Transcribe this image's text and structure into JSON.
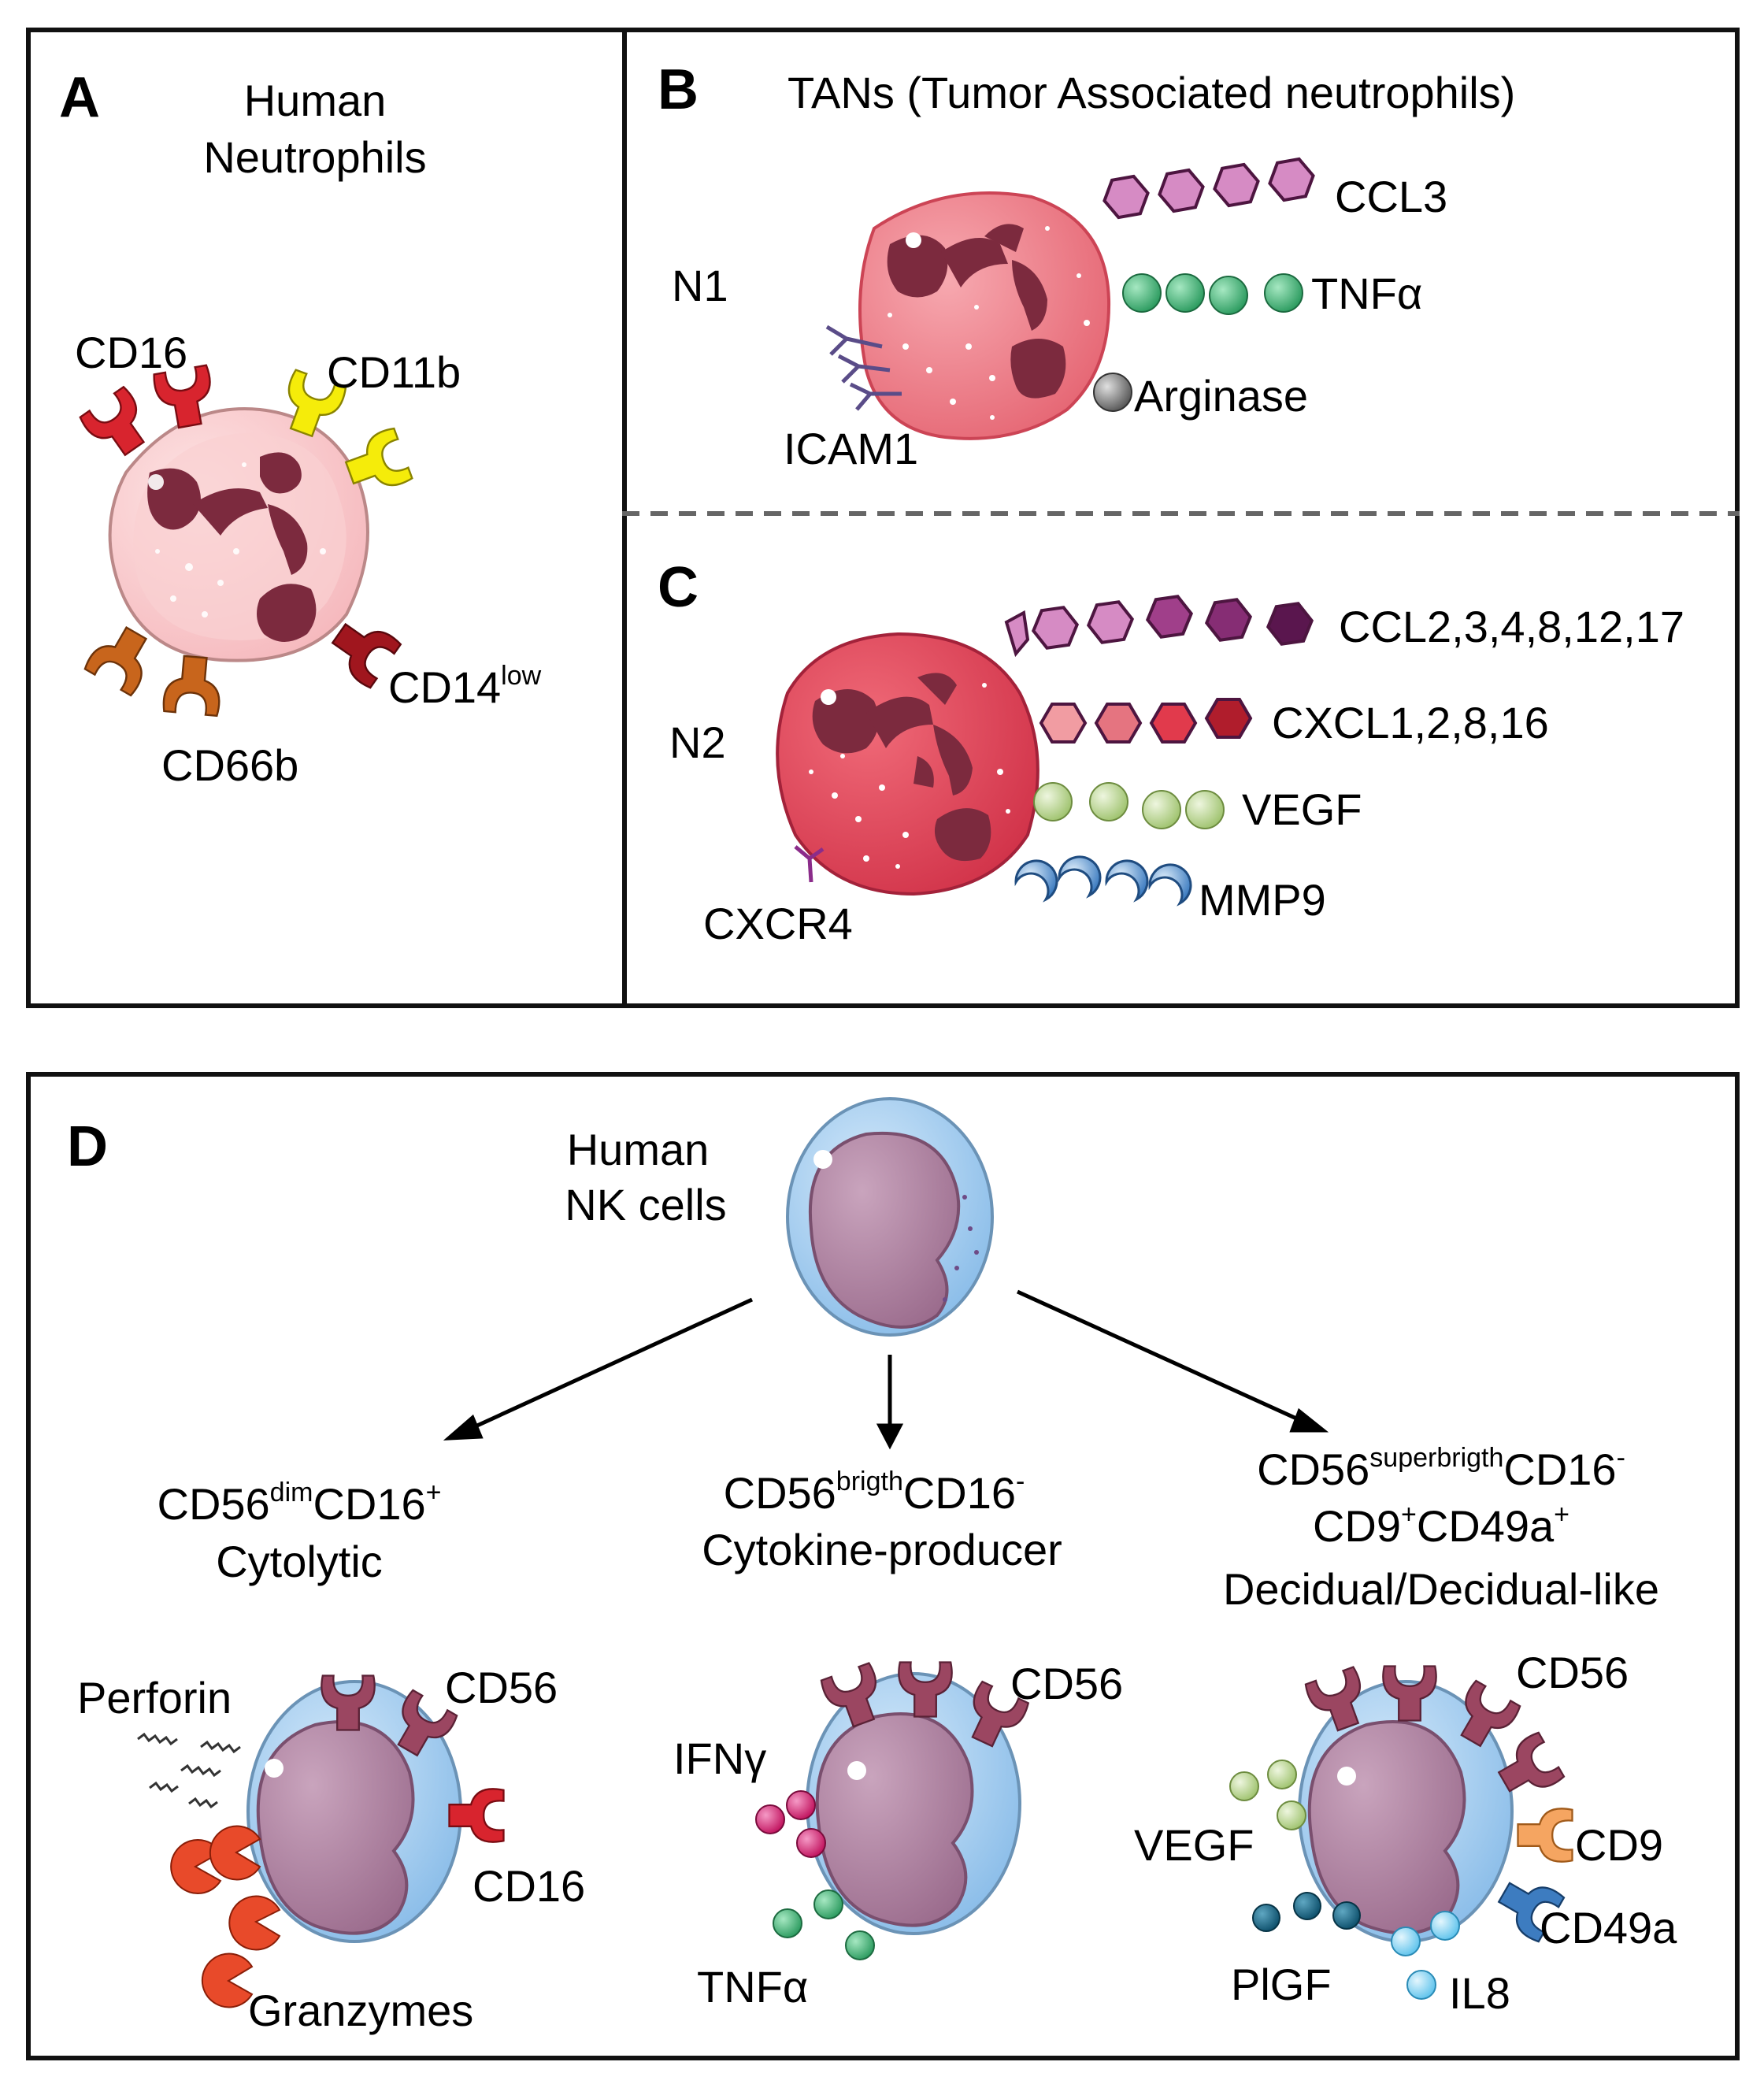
{
  "panelA": {
    "letter": "A",
    "title_line1": "Human",
    "title_line2": "Neutrophils",
    "markers": {
      "cd16": "CD16",
      "cd11b": "CD11b",
      "cd14": "CD14",
      "cd14_sup": "low",
      "cd66b": "CD66b"
    }
  },
  "panelB": {
    "letter": "B",
    "title": "TANs (Tumor Associated neutrophils)",
    "subtype": "N1",
    "receptor": "ICAM1",
    "factors": [
      "CCL3",
      "TNFα",
      "Arginase"
    ]
  },
  "panelC": {
    "letter": "C",
    "subtype": "N2",
    "receptor": "CXCR4",
    "factors": [
      "CCL2,3,4,8,12,17",
      "CXCL1,2,8,16",
      "VEGF",
      "MMP9"
    ]
  },
  "panelD": {
    "letter": "D",
    "title_line1": "Human",
    "title_line2": "NK cells",
    "branch1": {
      "l1a": "CD56",
      "l1a_sup": "dim",
      "l1b": "CD16",
      "l1b_sup": "+",
      "line2": "Cytolytic",
      "labels": {
        "cd56": "CD56",
        "cd16": "CD16",
        "perforin": "Perforin",
        "granzymes": "Granzymes"
      }
    },
    "branch2": {
      "l1a": "CD56",
      "l1a_sup": "brigth",
      "l1b": "CD16",
      "l1b_sup": "-",
      "line2": "Cytokine-producer",
      "labels": {
        "cd56": "CD56",
        "ifng": "IFNγ",
        "tnfa": "TNFα"
      }
    },
    "branch3": {
      "l1a": "CD56",
      "l1a_sup": "superbrigth",
      "l1b": "CD16",
      "l1b_sup": "-",
      "l2a": "CD9",
      "l2a_sup": "+",
      "l2b": "CD49a",
      "l2b_sup": "+",
      "line3": "Decidual/Decidual-like",
      "labels": {
        "cd56": "CD56",
        "cd9": "CD9",
        "cd49a": "CD49a",
        "vegf": "VEGF",
        "plgf": "PlGF",
        "il8": "IL8"
      }
    }
  },
  "colors": {
    "border": "#111111",
    "neutrophil_cytoplasm": "#f8c6c8",
    "tan_cytoplasm": "#ef7f8a",
    "n2_cytoplasm": "#e2465b",
    "nucleus": "#7c2a3e",
    "nk_membrane": "#9fcbee",
    "nk_nucleus": "#b48aa6",
    "cd16": "#d8242e",
    "cd11b": "#f5ec0a",
    "cd14": "#a0161e",
    "cd66b": "#c8651c",
    "cd56": "#9b4661",
    "ccl": "#c86bb0",
    "tnf": "#3ba96d",
    "vegf": "#b7d38d",
    "mmp9": "#3d7cc0",
    "cxcl": "#e85b66"
  }
}
